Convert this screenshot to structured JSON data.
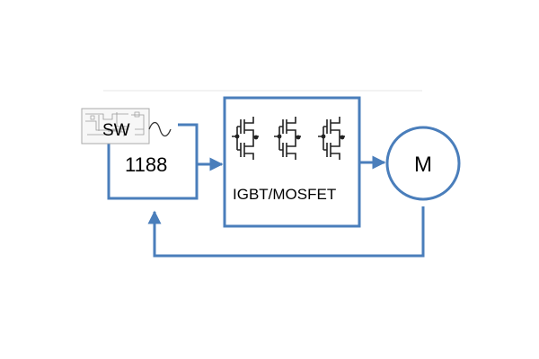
{
  "diagram": {
    "colors": {
      "block_stroke": "#4a7ebb",
      "arrow": "#4a7ebb",
      "text": "#000000",
      "schematic": "#222222",
      "thumbnail_border": "#aaaaaa",
      "faint_rule": "#e6e6e6"
    },
    "controller": {
      "label": "1188",
      "tag": "SW",
      "sine_icon": "sine-wave-icon",
      "thumbnail_icon": "circuit-thumbnail-icon"
    },
    "inverter": {
      "label": "IGBT/MOSFET",
      "transistor_icon": "transistor-half-bridge-icon"
    },
    "motor": {
      "label": "M"
    },
    "connections": [
      {
        "from": "controller",
        "to": "inverter",
        "kind": "arrow"
      },
      {
        "from": "inverter",
        "to": "motor",
        "kind": "arrow"
      },
      {
        "from": "motor",
        "to": "controller",
        "kind": "feedback-arrow"
      }
    ]
  }
}
